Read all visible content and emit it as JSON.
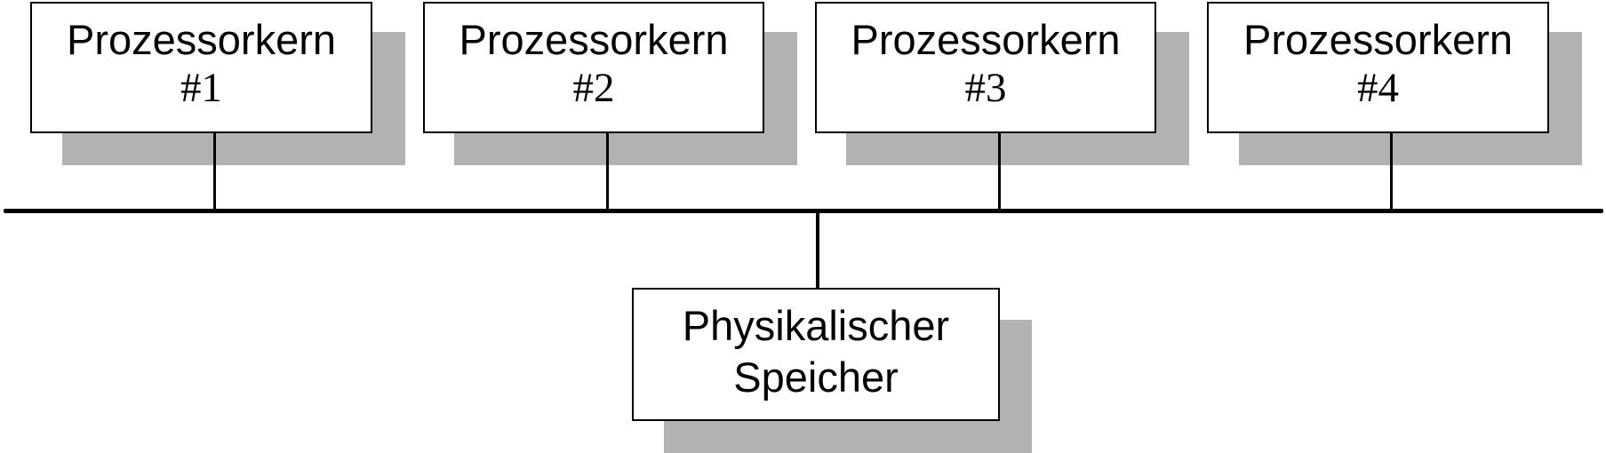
{
  "diagram": {
    "cores": [
      {
        "title": "Prozessorkern",
        "number": "#1"
      },
      {
        "title": "Prozessorkern",
        "number": "#2"
      },
      {
        "title": "Prozessorkern",
        "number": "#3"
      },
      {
        "title": "Prozessorkern",
        "number": "#4"
      }
    ],
    "memory": {
      "line1": "Physikalischer",
      "line2": "Speicher"
    },
    "colors": {
      "box_fill": "#ffffff",
      "box_border": "#000000",
      "shadow": "#b2b2b2",
      "bus": "#000000"
    }
  }
}
